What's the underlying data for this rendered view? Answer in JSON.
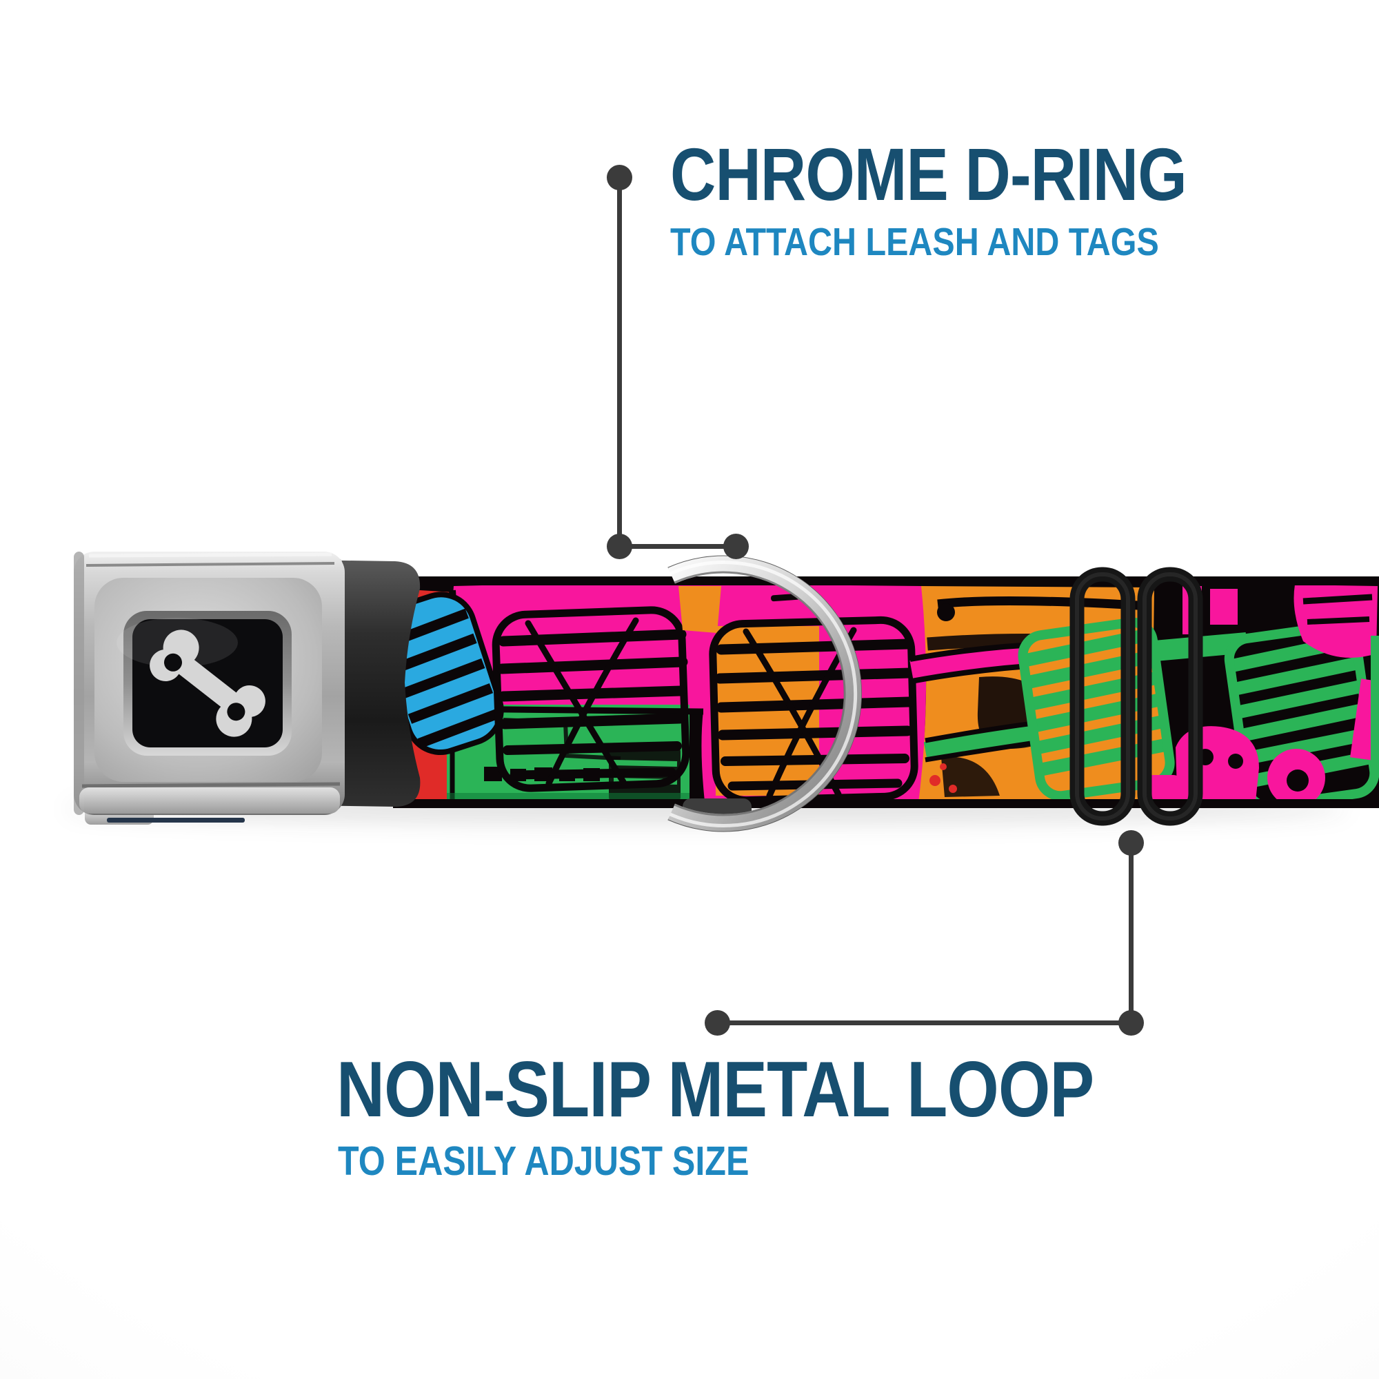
{
  "annotations": {
    "dring": {
      "title": "CHROME D-RING",
      "subtitle": "TO ATTACH LEASH AND TAGS"
    },
    "loop": {
      "title": "NON-SLIP METAL LOOP",
      "subtitle": "TO EASILY ADJUST SIZE"
    }
  },
  "colors": {
    "heading_navy": "#174f70",
    "subheading_blue": "#1e87c0",
    "callout_gray": "#3b3b3b",
    "webbing_black": "#0b0608",
    "neon_pink": "#f8169d",
    "neon_orange": "#ef8d1e",
    "neon_green": "#2bb457",
    "neon_blue": "#2aa9e0",
    "neon_red": "#e02b28",
    "chrome_silver": "#c9c9c9",
    "adjuster_black": "#161616"
  },
  "product": {
    "buckle_logo": "dog-bone",
    "parts": {
      "buckle": "seatbelt-buckle",
      "strap": "patterned-webbing-strap",
      "ring": "chrome-d-ring",
      "adjuster": "non-slip-metal-loop"
    }
  }
}
